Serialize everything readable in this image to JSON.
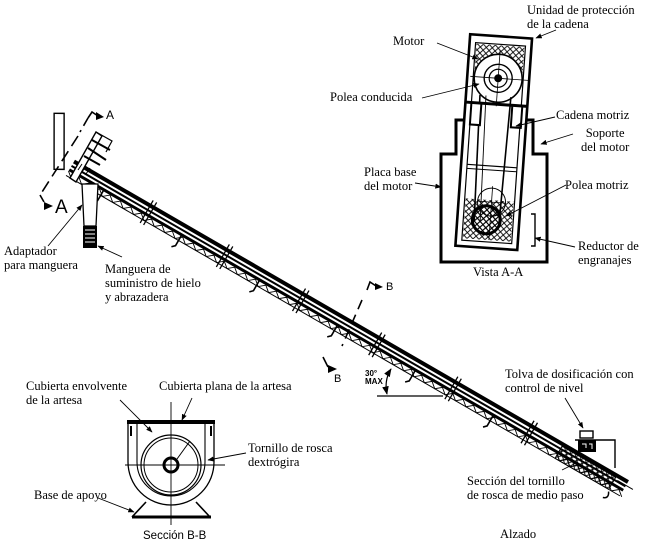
{
  "labels": {
    "chain_guard": [
      "Unidad de protección",
      "de la cadena"
    ],
    "motor": "Motor",
    "driven_pulley": "Polea conducida",
    "drive_chain": "Cadena motriz",
    "motor_support": [
      "Soporte",
      "del motor"
    ],
    "motor_base_plate": [
      "Placa base",
      "del motor"
    ],
    "drive_pulley": "Polea motriz",
    "gear_reducer": [
      "Reductor de",
      "engranajes"
    ],
    "view_aa_caption": "Vista A-A",
    "hose_adapter": [
      "Adaptador",
      "para manguera"
    ],
    "ice_hose": [
      "Manguera de",
      "suministro de hielo",
      "y abrazadera"
    ],
    "trough_shroud": [
      "Cubierta envolvente",
      "de la artesa"
    ],
    "trough_flat_cover": "Cubierta plana de la artesa",
    "rh_screw": [
      "Tornillo de rosca",
      "dextrógira"
    ],
    "support_base": "Base de apoyo",
    "section_bb_caption": "Sección B-B",
    "feed_hopper": [
      "Tolva de dosificación con",
      "control de nivel"
    ],
    "half_pitch_section": [
      "Sección del tornillo",
      "de rosca de medio paso"
    ],
    "elevation_caption": "Alzado",
    "angle_value": "30°",
    "angle_qualifier": "MAX",
    "section_mark_a": "A",
    "section_mark_b": "B"
  }
}
